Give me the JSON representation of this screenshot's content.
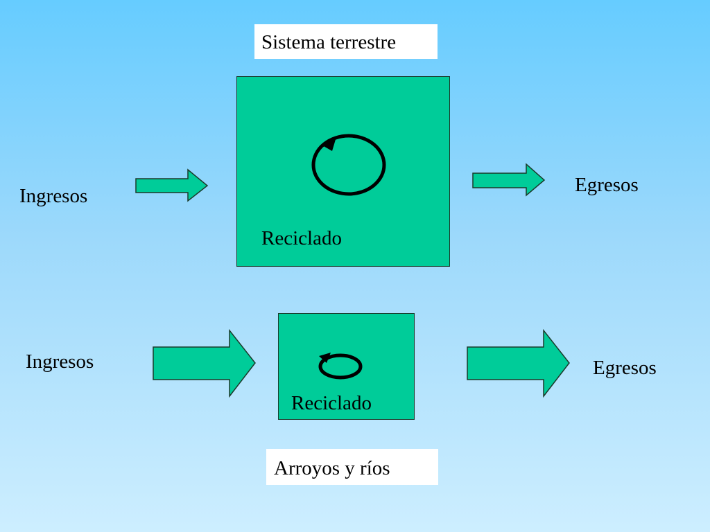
{
  "colors": {
    "box_fill": "#00cc99",
    "arrow_fill": "#00cc99",
    "stroke": "#1a3a2a",
    "title_bg": "#ffffff"
  },
  "top_system": {
    "title": "Sistema terrestre",
    "input_label": "Ingresos",
    "output_label": "Egresos",
    "box_label": "Reciclado",
    "cycle_icon": "circular-arrow-icon"
  },
  "bottom_system": {
    "title": "Arroyos y ríos",
    "input_label": "Ingresos",
    "output_label": "Egresos",
    "box_label": "Reciclado",
    "cycle_icon": "circular-arrow-icon"
  }
}
